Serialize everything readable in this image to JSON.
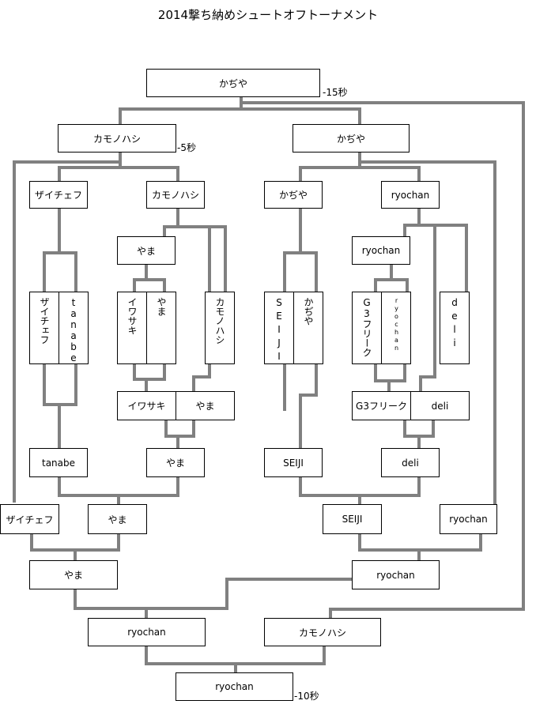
{
  "title": "2014撃ち納めシュートオフトーナメント",
  "times": {
    "top": "-15秒",
    "kamo": "-5秒",
    "final": "-10秒"
  },
  "boxes": {
    "champ": "かぢや",
    "left_sf": "カモノハシ",
    "right_sf": "かぢや",
    "zai_r1": "ザイチェフ",
    "kamo_r1": "カモノハシ",
    "kaji_r1": "かぢや",
    "ryo_r1": "ryochan",
    "yama_r2": "やま",
    "ryo_r2": "ryochan",
    "v_zai": "ザイチェフ",
    "v_tanabe": "tanabe",
    "v_iwasaki": "イワサキ",
    "v_yama": "やま",
    "v_kamo": "カモノハシ",
    "v_seiji": "SEIJI",
    "v_kaji": "かぢや",
    "v_g3": "G3フリーク",
    "v_ryo": "ryochan",
    "v_deli": "deli",
    "iwa_h": "イワサキ",
    "yama_h": "やま",
    "g3_h": "G3フリーク",
    "deli_h": "deli",
    "tanabe_b": "tanabe",
    "yama_b": "やま",
    "seiji_b": "SEIJI",
    "deli_b": "deli",
    "zai_l": "ザイチェフ",
    "yama_l": "やま",
    "seiji_l": "SEIJI",
    "ryo_l": "ryochan",
    "yama_lf": "やま",
    "ryo_lf": "ryochan",
    "ryo_gf": "ryochan",
    "kamo_gf": "カモノハシ",
    "final": "ryochan"
  }
}
